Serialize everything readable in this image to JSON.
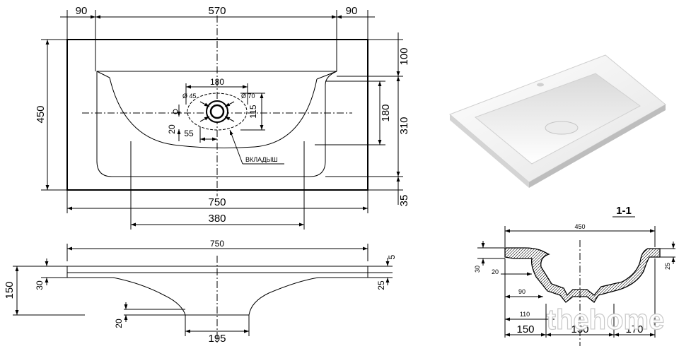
{
  "top_view": {
    "dims_top": [
      "90",
      "570",
      "90"
    ],
    "dim_height": "450",
    "dims_right": [
      "100",
      "310",
      "35"
    ],
    "dim_inner_height": "180",
    "dim_overall_width": "750",
    "dim_bowl_width": "380",
    "drain": {
      "dim_width": "180",
      "dim_height": "115",
      "dim_offset": "55",
      "dim_small": "20",
      "label_d45": "Ø 45",
      "label_d70": "Ø 70",
      "insert_label": "ВКЛАДЫШ"
    }
  },
  "front_view": {
    "dim_width": "750",
    "dim_total_height": "150",
    "dim_top_thickness": "30",
    "dim_edge": "25",
    "dim_rim": "5",
    "dim_bottom": "20",
    "dim_bottom_width": "195"
  },
  "section": {
    "title": "1-1",
    "dim_width": "450",
    "dim_left_thickness": "30",
    "dim_wall": "20",
    "dim_right": "25",
    "dim_90": "90",
    "dim_110": "110",
    "dims_bottom": [
      "150",
      "130",
      "170"
    ]
  },
  "watermark": "thehome"
}
